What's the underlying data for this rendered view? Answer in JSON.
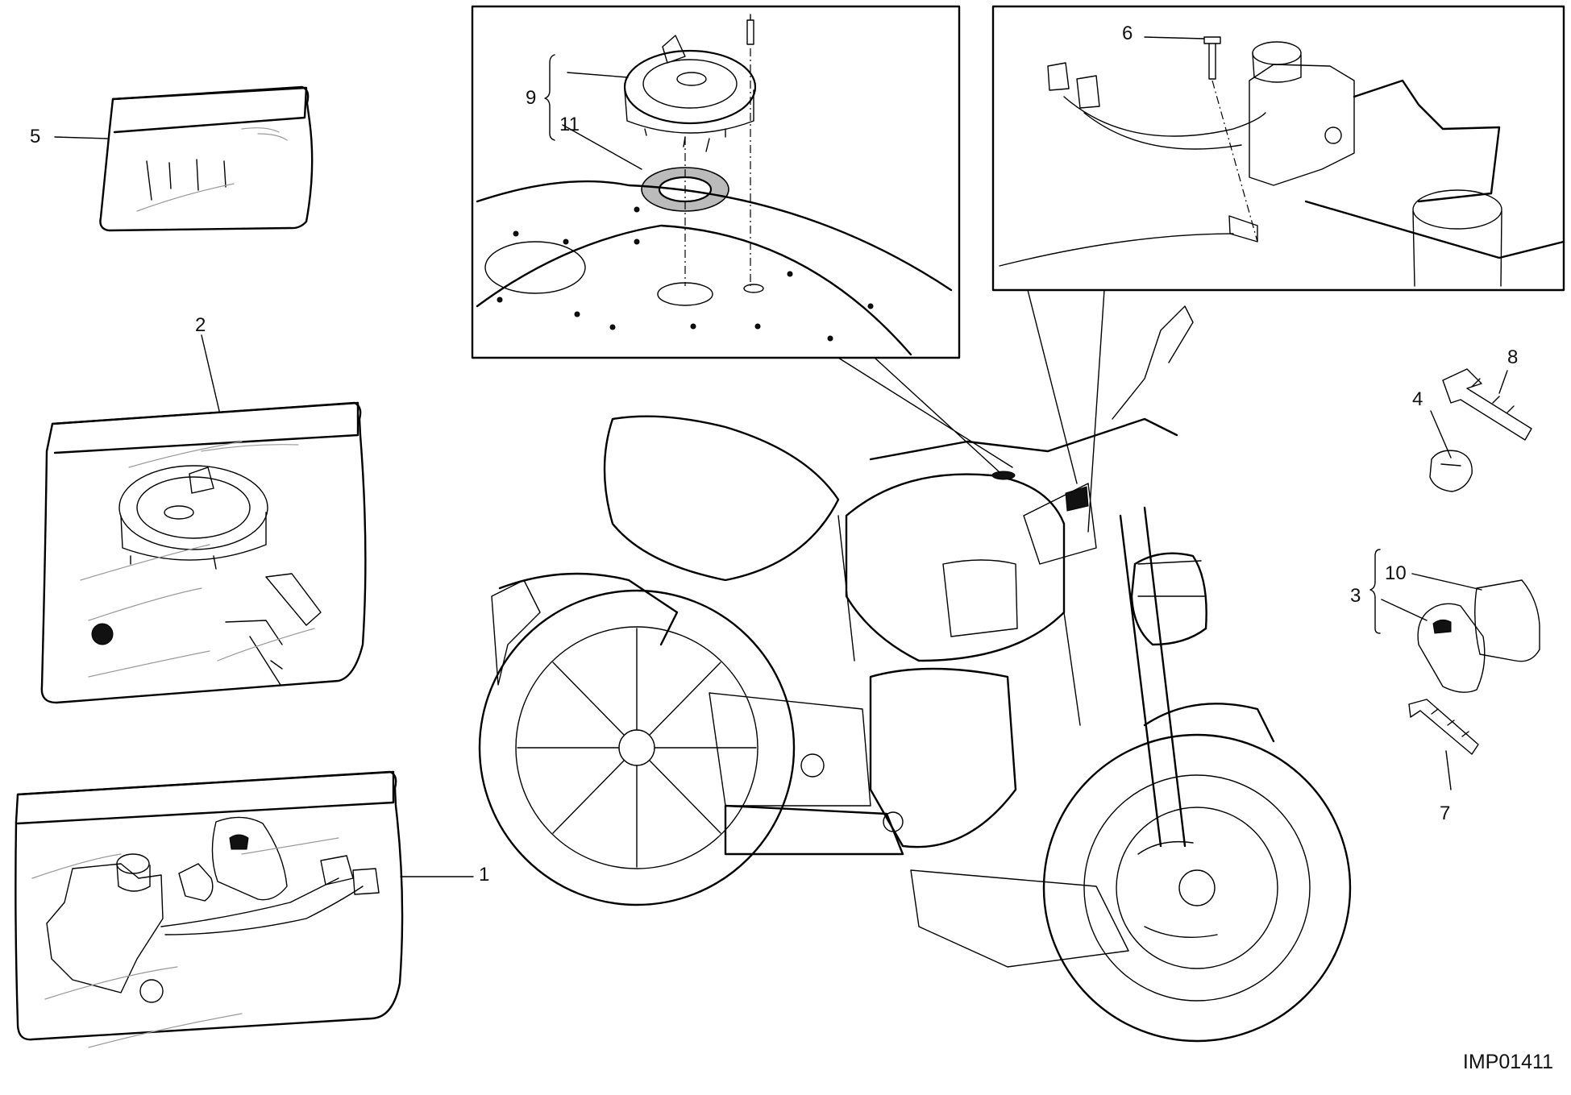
{
  "diagram": {
    "callouts": {
      "c1": "1",
      "c2": "2",
      "c3": "3",
      "c4": "4",
      "c5": "5",
      "c6": "6",
      "c7": "7",
      "c8": "8",
      "c9": "9",
      "c10": "10",
      "c11": "11"
    },
    "drawing_code": "IMP01411"
  }
}
